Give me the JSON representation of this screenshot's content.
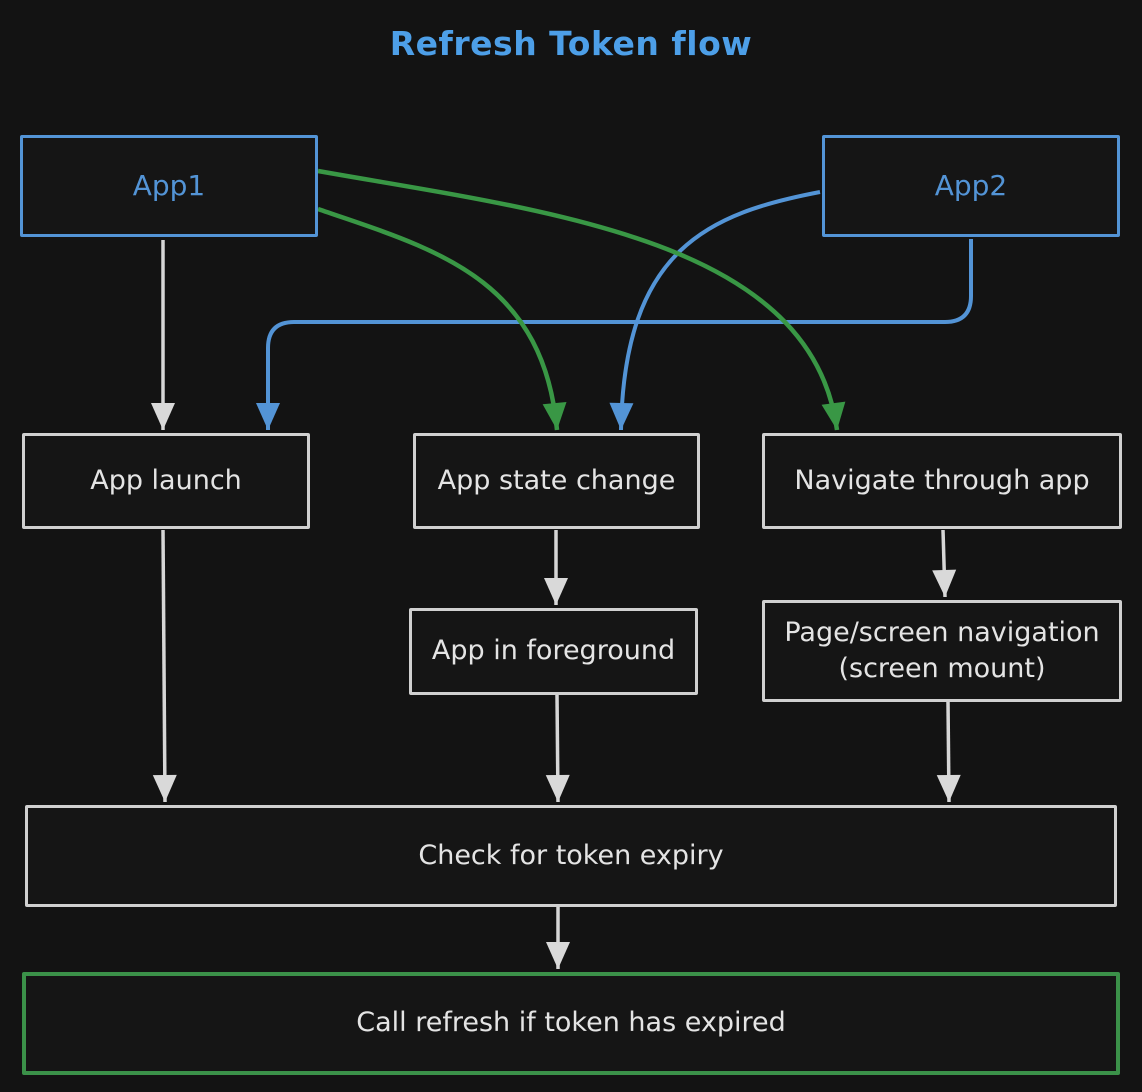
{
  "title": "Refresh Token flow",
  "nodes": {
    "app1": {
      "label": "App1"
    },
    "app2": {
      "label": "App2"
    },
    "app_launch": {
      "label": "App launch"
    },
    "app_state_change": {
      "label": "App state change"
    },
    "navigate_through_app": {
      "label": "Navigate through app"
    },
    "app_in_foreground": {
      "label": "App in foreground"
    },
    "page_screen_navigation": {
      "label": "Page/screen navigation (screen mount)"
    },
    "check_token_expiry": {
      "label": "Check for token expiry"
    },
    "call_refresh": {
      "label": "Call refresh if token has expired"
    }
  },
  "edges": [
    {
      "from": "App1",
      "to": "App launch",
      "color": "gray"
    },
    {
      "from": "App2",
      "to": "App launch",
      "color": "blue"
    },
    {
      "from": "App1",
      "to": "App state change",
      "color": "green"
    },
    {
      "from": "App2",
      "to": "App state change",
      "color": "blue"
    },
    {
      "from": "App1",
      "to": "Navigate through app",
      "color": "green"
    },
    {
      "from": "App launch",
      "to": "Check for token expiry",
      "color": "gray"
    },
    {
      "from": "App state change",
      "to": "App in foreground",
      "color": "gray"
    },
    {
      "from": "App in foreground",
      "to": "Check for token expiry",
      "color": "gray"
    },
    {
      "from": "Navigate through app",
      "to": "Page/screen navigation (screen mount)",
      "color": "gray"
    },
    {
      "from": "Page/screen navigation (screen mount)",
      "to": "Check for token expiry",
      "color": "gray"
    },
    {
      "from": "Check for token expiry",
      "to": "Call refresh if token has expired",
      "color": "gray"
    }
  ],
  "colors": {
    "background": "#131313",
    "blue": "#5394d6",
    "green": "#399745",
    "gray": "#d6d6d6",
    "text": "#e4e4e4",
    "title": "#4d9fe8"
  }
}
